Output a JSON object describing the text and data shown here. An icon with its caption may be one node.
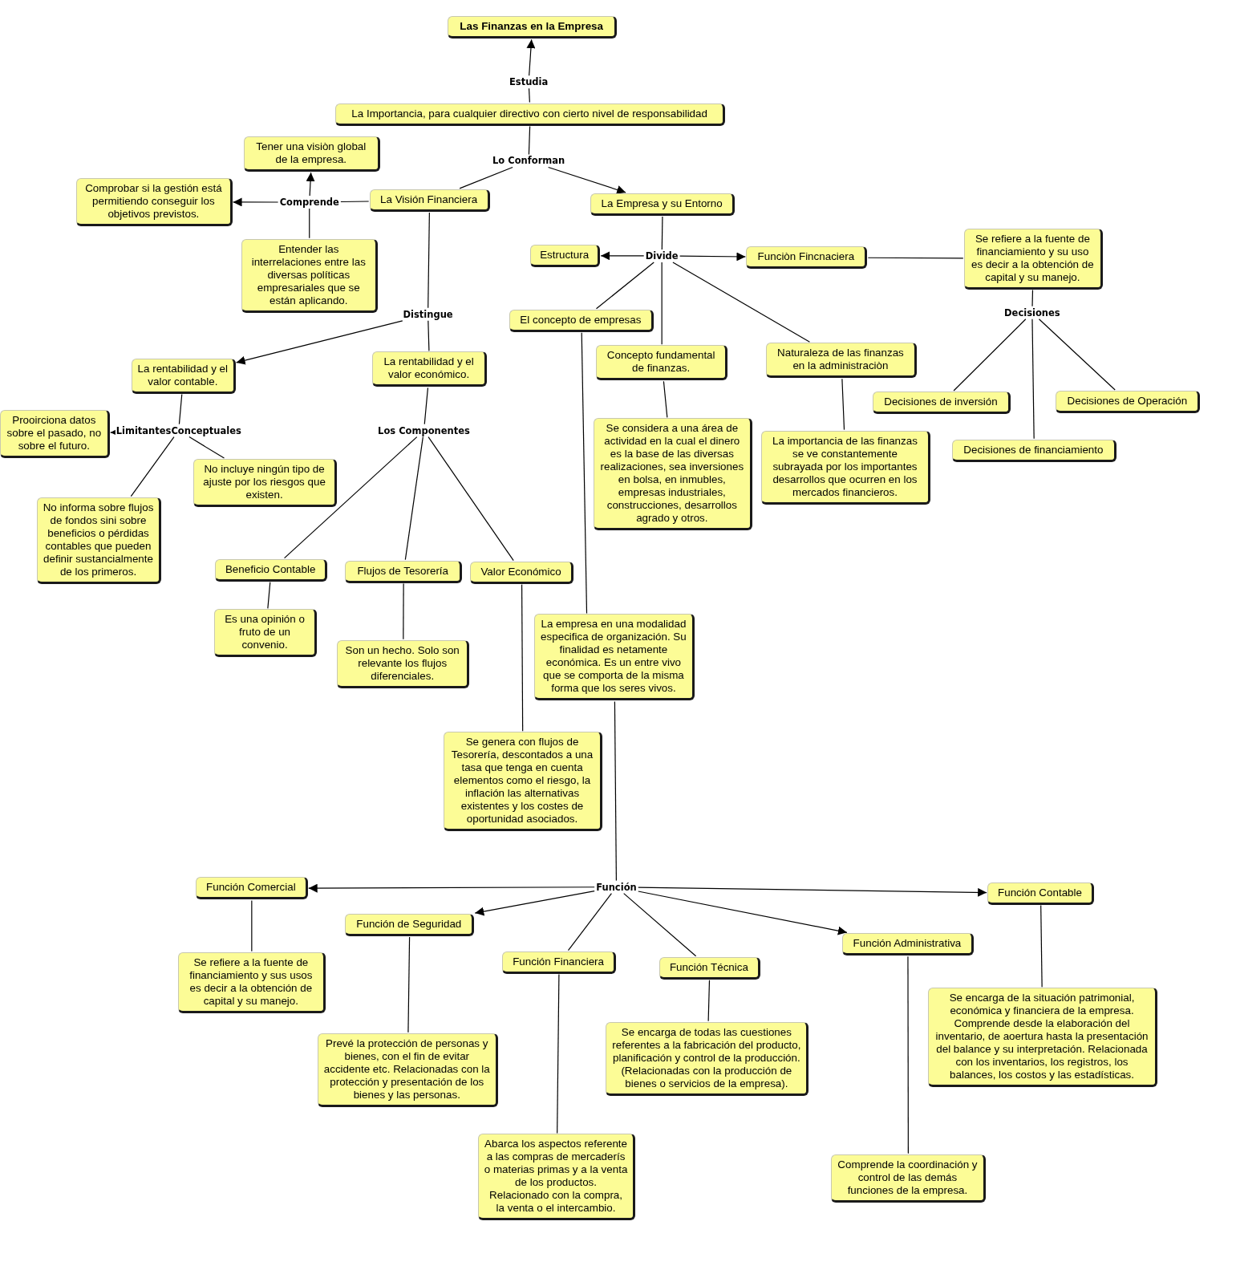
{
  "diagram": {
    "nodes": [
      {
        "text": [
          "Las Finanzas en la Empresa"
        ]
      },
      {
        "text": [
          "Estudia"
        ]
      },
      {
        "text": [
          "La Importancia, para cualquier directivo con cierto nivel de responsabilidad"
        ]
      },
      {
        "text": [
          "Lo Conforman"
        ]
      },
      {
        "text": [
          "La Visión Financiera"
        ]
      },
      {
        "text": [
          "La Empresa y su Entorno"
        ]
      },
      {
        "text": [
          "Comprende"
        ]
      },
      {
        "text": [
          "Tener una visiòn global de la empresa."
        ]
      },
      {
        "text": [
          "Comprobar si la gestión está permitiendo conseguir los objetivos previstos."
        ]
      },
      {
        "text": [
          "Entender las interrelaciones entre las diversas políticas empresariales que se están aplicando."
        ]
      },
      {
        "text": [
          "Distingue"
        ]
      },
      {
        "text": [
          "La rentabilidad y el valor contable."
        ]
      },
      {
        "text": [
          "La rentabilidad y el valor económico."
        ]
      },
      {
        "text": [
          "LimitantesConceptuales"
        ]
      },
      {
        "text": [
          "Prooirciona datos sobre el pasado, no sobre el futuro."
        ]
      },
      {
        "text": [
          "No incluye ningún tipo de ajuste por los riesgos que existen."
        ]
      },
      {
        "text": [
          "No informa sobre flujos de fondos sini sobre beneficios o pérdidas contables que pueden definir sustancialmente de los primeros."
        ]
      },
      {
        "text": [
          "Los Componentes"
        ]
      },
      {
        "text": [
          "Beneficio Contable"
        ]
      },
      {
        "text": [
          "Flujos de Tesorería"
        ]
      },
      {
        "text": [
          "Valor Económico"
        ]
      },
      {
        "text": [
          "Es una opinión o fruto de un convenio."
        ]
      },
      {
        "text": [
          "Son un hecho. Solo son relevante los flujos diferenciales."
        ]
      },
      {
        "text": [
          "Se genera con flujos de Tesorería, descontados a una tasa que tenga en cuenta elementos como el riesgo, la inflación las alternativas existentes y los costes de oportunidad asociados."
        ]
      },
      {
        "text": [
          "Divide"
        ]
      },
      {
        "text": [
          "Estructura"
        ]
      },
      {
        "text": [
          "Funciòn Fincnaciera"
        ]
      },
      {
        "text": [
          "Se refiere a la fuente de financiamiento y su uso es decir a la obtención de capital y su manejo."
        ]
      },
      {
        "text": [
          "El concepto de empresas"
        ]
      },
      {
        "text": [
          "Concepto fundamental de finanzas."
        ]
      },
      {
        "text": [
          "Naturaleza de las finanzas en la administraciòn"
        ]
      },
      {
        "text": [
          "Se considera a una área de actividad en la cual el dinero es la base de las diversas realizaciones, sea inversiones en bolsa, en inmubles, empresas industriales, construcciones, desarrollos agrado y otros."
        ]
      },
      {
        "text": [
          "La importancia de las finanzas se ve constantemente subrayada por los importantes desarrollos que ocurren en los mercados financieros."
        ]
      },
      {
        "text": [
          "Decisiones"
        ]
      },
      {
        "text": [
          "Decisiones de inversión"
        ]
      },
      {
        "text": [
          "Decisiones de Operación"
        ]
      },
      {
        "text": [
          "Decisiones de financiamiento"
        ]
      },
      {
        "text": [
          "La empresa en una modalidad especifica de organización. Su finalidad es netamente económica. Es un entre vivo que se comporta de la misma forma que los seres vivos."
        ]
      },
      {
        "text": [
          "Función"
        ]
      },
      {
        "text": [
          "Función Comercial"
        ]
      },
      {
        "text": [
          "Función de Seguridad"
        ]
      },
      {
        "text": [
          "Función Financiera"
        ]
      },
      {
        "text": [
          "Función Técnica"
        ]
      },
      {
        "text": [
          "Función Administrativa"
        ]
      },
      {
        "text": [
          "Función Contable"
        ]
      },
      {
        "text": [
          "Se refiere a la fuente de financiamiento y sus usos es decir a la obtención de capital y su manejo."
        ]
      },
      {
        "text": [
          "Prevé la protección de personas y bienes, con el fin de evitar accidente etc. Relacionadas con la protección y presentación de los bienes y las personas."
        ]
      },
      {
        "text": [
          "Se encarga de todas las cuestiones referentes a la fabricación del producto, planificación y control de la producción. (Relacionadas con la producción de bienes o servicios de la empresa)."
        ]
      },
      {
        "text": [
          "Abarca los aspectos referente a las compras de mercaderís o materias primas y a la venta de los productos. Relacionado con la compra, la venta o el intercambio."
        ]
      },
      {
        "text": [
          "Se encarga de la situación patrimonial, económica y financiera de la empresa. Comprende desde la elaboración del inventario, de aoertura hasta la presentación del balance y su interpretación. Relacionada con los inventarios, los registros, los balances, los costos y las estadísticas."
        ]
      },
      {
        "text": [
          "Comprende la coordinación y control de las demás funciones de la empresa."
        ]
      }
    ],
    "edges": [
      {
        "from": 2,
        "to": 1,
        "arrow": "none"
      },
      {
        "from": 1,
        "to": 0,
        "arrow": "to"
      },
      {
        "from": 2,
        "to": 3,
        "arrow": "none"
      },
      {
        "from": 3,
        "to": 4,
        "arrow": "none"
      },
      {
        "from": 3,
        "to": 5,
        "arrow": "to"
      },
      {
        "from": 4,
        "to": 6,
        "arrow": "none"
      },
      {
        "from": 6,
        "to": 7,
        "arrow": "to"
      },
      {
        "from": 6,
        "to": 8,
        "arrow": "to"
      },
      {
        "from": 9,
        "to": 6,
        "arrow": "none"
      },
      {
        "from": 4,
        "to": 10,
        "arrow": "none"
      },
      {
        "from": 10,
        "to": 11,
        "arrow": "to"
      },
      {
        "from": 10,
        "to": 12,
        "arrow": "none"
      },
      {
        "from": 11,
        "to": 13,
        "arrow": "none"
      },
      {
        "from": 13,
        "to": 14,
        "arrow": "to"
      },
      {
        "from": 13,
        "to": 15,
        "arrow": "none"
      },
      {
        "from": 13,
        "to": 16,
        "arrow": "none"
      },
      {
        "from": 12,
        "to": 17,
        "arrow": "none"
      },
      {
        "from": 17,
        "to": 18,
        "arrow": "none"
      },
      {
        "from": 17,
        "to": 19,
        "arrow": "none"
      },
      {
        "from": 17,
        "to": 20,
        "arrow": "none"
      },
      {
        "from": 18,
        "to": 21,
        "arrow": "none"
      },
      {
        "from": 19,
        "to": 22,
        "arrow": "none"
      },
      {
        "from": 20,
        "to": 23,
        "arrow": "none"
      },
      {
        "from": 5,
        "to": 24,
        "arrow": "none"
      },
      {
        "from": 24,
        "to": 25,
        "arrow": "to"
      },
      {
        "from": 24,
        "to": 26,
        "arrow": "to"
      },
      {
        "from": 24,
        "to": 28,
        "arrow": "none"
      },
      {
        "from": 24,
        "to": 29,
        "arrow": "none"
      },
      {
        "from": 24,
        "to": 30,
        "arrow": "none"
      },
      {
        "from": 26,
        "to": 27,
        "arrow": "none"
      },
      {
        "from": 27,
        "to": 33,
        "arrow": "none"
      },
      {
        "from": 33,
        "to": 34,
        "arrow": "none"
      },
      {
        "from": 33,
        "to": 35,
        "arrow": "none"
      },
      {
        "from": 33,
        "to": 36,
        "arrow": "none"
      },
      {
        "from": 29,
        "to": 31,
        "arrow": "none"
      },
      {
        "from": 30,
        "to": 32,
        "arrow": "none"
      },
      {
        "from": 28,
        "to": 37,
        "arrow": "none"
      },
      {
        "from": 37,
        "to": 38,
        "arrow": "none"
      },
      {
        "from": 38,
        "to": 39,
        "arrow": "to"
      },
      {
        "from": 38,
        "to": 40,
        "arrow": "to"
      },
      {
        "from": 38,
        "to": 41,
        "arrow": "none"
      },
      {
        "from": 38,
        "to": 42,
        "arrow": "none"
      },
      {
        "from": 38,
        "to": 43,
        "arrow": "to"
      },
      {
        "from": 38,
        "to": 44,
        "arrow": "to"
      },
      {
        "from": 39,
        "to": 45,
        "arrow": "none"
      },
      {
        "from": 40,
        "to": 46,
        "arrow": "none"
      },
      {
        "from": 41,
        "to": 48,
        "arrow": "none"
      },
      {
        "from": 42,
        "to": 47,
        "arrow": "none"
      },
      {
        "from": 43,
        "to": 50,
        "arrow": "none"
      },
      {
        "from": 44,
        "to": 49,
        "arrow": "none"
      }
    ]
  }
}
